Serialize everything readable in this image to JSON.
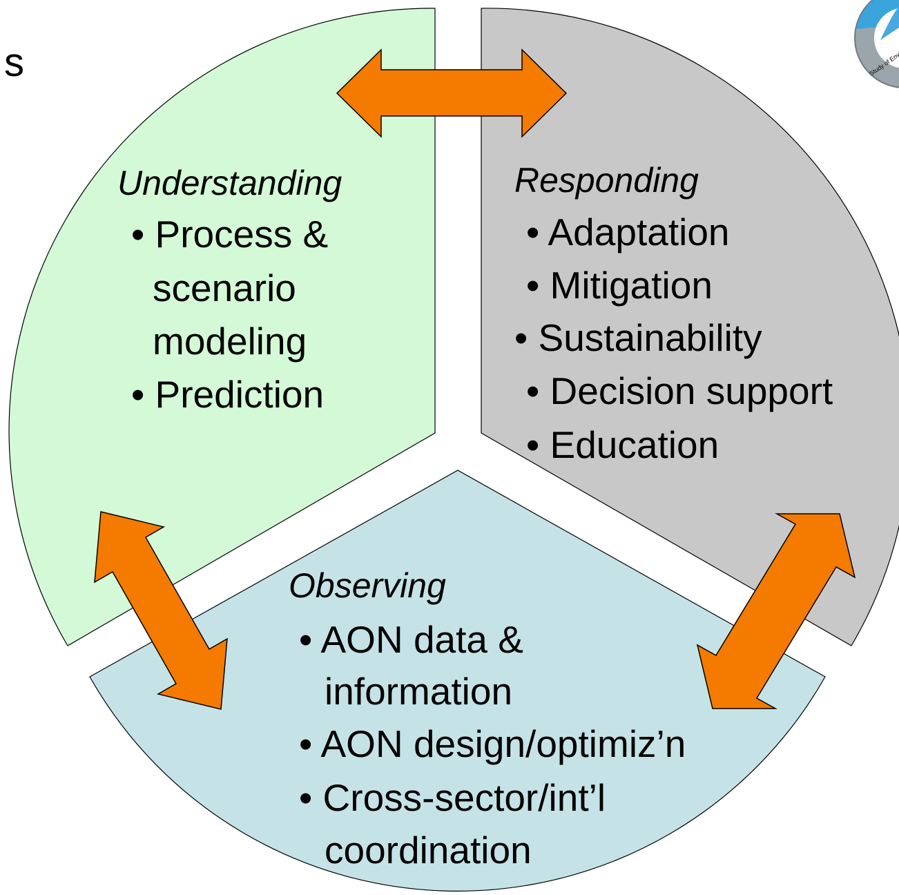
{
  "slide_title_fragment": "s",
  "colors": {
    "understanding_fill": "#d3f9d6",
    "responding_fill": "#c8c8c8",
    "observing_fill": "#c5e3e6",
    "arrow_fill": "#f47a00",
    "outline": "#000000"
  },
  "sectors": {
    "understanding": {
      "heading": "Understanding",
      "bullets": [
        "• Process &",
        "scenario",
        "modeling",
        "• Prediction"
      ]
    },
    "responding": {
      "heading": "Responding",
      "bullets": [
        "• Adaptation",
        "• Mitigation",
        "• Sustainability",
        "• Decision support",
        "• Education"
      ]
    },
    "observing": {
      "heading": "Observing",
      "bullets": [
        "• AON data &",
        "information",
        "• AON design/optimiz’n",
        "• Cross-sector/int’l",
        "coordination"
      ]
    }
  },
  "arrows": [
    {
      "name": "understanding-responding",
      "icon": "double-arrow-horizontal"
    },
    {
      "name": "understanding-observing",
      "icon": "double-arrow-diagonal"
    },
    {
      "name": "responding-observing",
      "icon": "double-arrow-diagonal"
    }
  ],
  "logo": {
    "icon": "seal-logo",
    "text": "Study of Envi"
  }
}
